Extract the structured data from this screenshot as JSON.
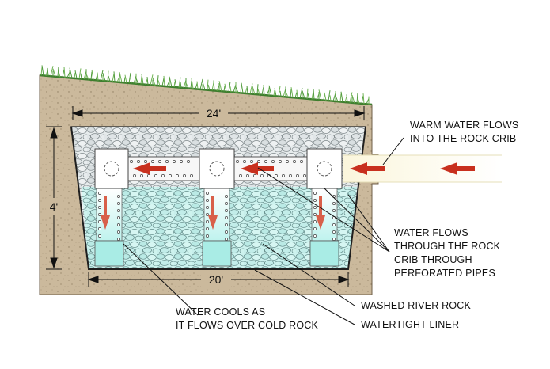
{
  "dimensions": {
    "top_width": "24'",
    "bottom_width": "20'",
    "height": "4'"
  },
  "labels": {
    "warm_water_line1": "WARM WATER FLOWS",
    "warm_water_line2": "INTO THE ROCK CRIB",
    "flows_line1": "WATER FLOWS",
    "flows_line2": "THROUGH  THE ROCK",
    "flows_line3": "CRIB THROUGH",
    "flows_line4": "PERFORATED  PIPES",
    "cools_line1": "WATER COOLS AS",
    "cools_line2": "IT FLOWS OVER COLD ROCK",
    "washed_rock": "WASHED RIVER ROCK",
    "liner": "WATERTIGHT LINER"
  },
  "colors": {
    "soil": "#cbb99c",
    "grass": "#4f9a3b",
    "water": "#b8f0ea",
    "arrow": "#c8301e",
    "pipe": "#f7f7f7",
    "rock": "#dfe5e7"
  }
}
